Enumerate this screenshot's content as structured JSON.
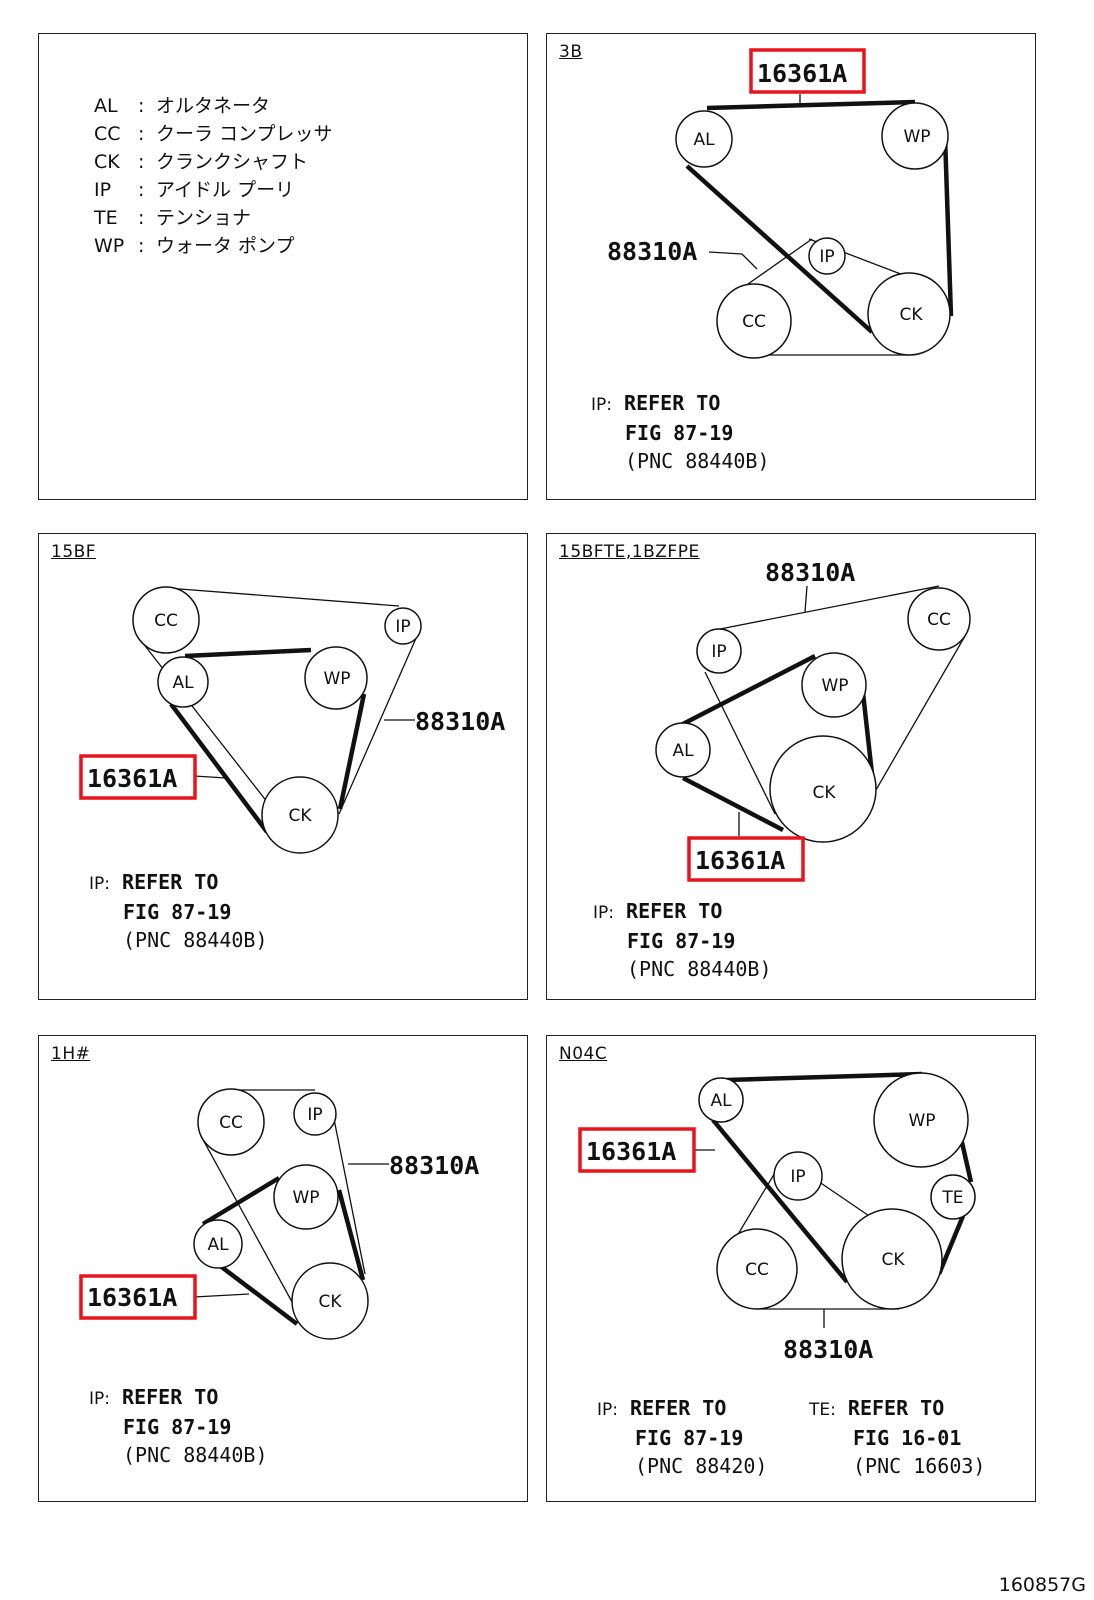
{
  "figure_id": "160857G",
  "legend": [
    {
      "abbr": "AL",
      "desc": "オルタネータ"
    },
    {
      "abbr": "CC",
      "desc": "クーラ コンプレッサ"
    },
    {
      "abbr": "CK",
      "desc": "クランクシャフト"
    },
    {
      "abbr": "IP",
      "desc": "アイドル プーリ"
    },
    {
      "abbr": "TE",
      "desc": "テンショナ"
    },
    {
      "abbr": "WP",
      "desc": "ウォータ ポンプ"
    }
  ],
  "panels": [
    {
      "title": "3B",
      "pulleys": {
        "al": "AL",
        "wp": "WP",
        "ip": "IP",
        "cc": "CC",
        "ck": "CK"
      },
      "parts": {
        "p1": "16361A",
        "p2": "88310A"
      },
      "note": {
        "lead": "IP:",
        "l1": "REFER TO",
        "l2": "FIG 87-19",
        "l3": "(PNC 88440B)"
      }
    },
    {
      "title": "15BF",
      "pulleys": {
        "cc": "CC",
        "ip": "IP",
        "al": "AL",
        "wp": "WP",
        "ck": "CK"
      },
      "parts": {
        "p1": "16361A",
        "p2": "88310A"
      },
      "note": {
        "lead": "IP:",
        "l1": "REFER TO",
        "l2": "FIG 87-19",
        "l3": "(PNC 88440B)"
      }
    },
    {
      "title": "15BFTE,1BZFPE",
      "pulleys": {
        "ip": "IP",
        "cc": "CC",
        "wp": "WP",
        "al": "AL",
        "ck": "CK"
      },
      "parts": {
        "p1": "16361A",
        "p2": "88310A"
      },
      "note": {
        "lead": "IP:",
        "l1": "REFER TO",
        "l2": "FIG 87-19",
        "l3": "(PNC 88440B)"
      }
    },
    {
      "title": "1H#",
      "pulleys": {
        "cc": "CC",
        "ip": "IP",
        "wp": "WP",
        "al": "AL",
        "ck": "CK"
      },
      "parts": {
        "p1": "16361A",
        "p2": "88310A"
      },
      "note": {
        "lead": "IP:",
        "l1": "REFER TO",
        "l2": "FIG 87-19",
        "l3": "(PNC 88440B)"
      }
    },
    {
      "title": "N04C",
      "pulleys": {
        "al": "AL",
        "wp": "WP",
        "ip": "IP",
        "te": "TE",
        "cc": "CC",
        "ck": "CK"
      },
      "parts": {
        "p1": "16361A",
        "p2": "88310A"
      },
      "note": {
        "lead": "IP:",
        "l1": "REFER TO",
        "l2": "FIG 87-19",
        "l3": "(PNC 88420)"
      },
      "note2": {
        "lead": "TE:",
        "l1": "REFER TO",
        "l2": "FIG 16-01",
        "l3": "(PNC 16603)"
      }
    }
  ],
  "colors": {
    "highlight": "#e8141c",
    "line": "#111111"
  }
}
